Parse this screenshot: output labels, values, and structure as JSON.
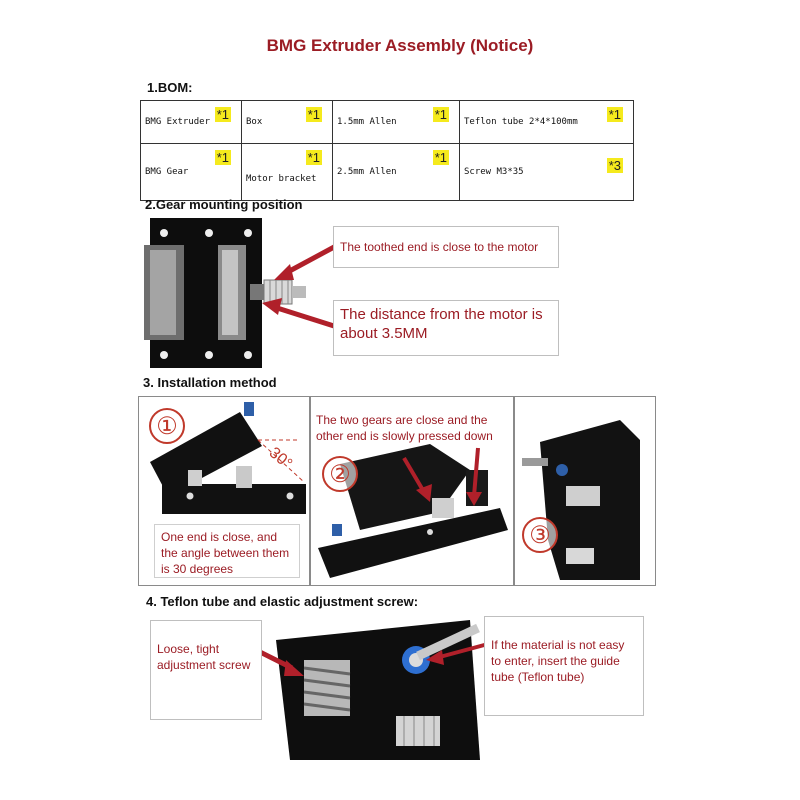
{
  "title": "BMG Extruder Assembly (Notice)",
  "sections": {
    "bom": "1.BOM:",
    "gear": "2.Gear mounting position",
    "install": "3. Installation method",
    "teflon": "4. Teflon tube and elastic adjustment screw:"
  },
  "bom": {
    "rows": [
      [
        {
          "name": "BMG Extruder",
          "qty": "*1"
        },
        {
          "name": "Box",
          "qty": "*1"
        },
        {
          "name": "1.5mm Allen",
          "qty": "*1"
        },
        {
          "name": "Teflon tube 2*4*100mm",
          "qty": "*1"
        }
      ],
      [
        {
          "name": "BMG Gear",
          "qty": "*1"
        },
        {
          "name": "Motor bracket",
          "qty": "*1"
        },
        {
          "name": "2.5mm Allen",
          "qty": "*1"
        },
        {
          "name": "Screw M3*35",
          "qty": "*3"
        }
      ]
    ]
  },
  "gear": {
    "callout_toothed": "The toothed end is close to the motor",
    "callout_distance": "The distance from the motor is about 3.5MM"
  },
  "install": {
    "step1_num": "①",
    "step2_num": "②",
    "step3_num": "③",
    "angle_label": "30°",
    "callout_step1": "One end is close, and the angle between them is 30 degrees",
    "callout_step2": "The two gears are close and the other end is slowly pressed down"
  },
  "teflon": {
    "callout_screw": "Loose, tight adjustment screw",
    "callout_tube": "If the material is not easy to enter, insert the guide tube (Teflon tube)"
  },
  "colors": {
    "accent": "#9b1c24",
    "arrow": "#b0202a",
    "qty_highlight": "#f5ea1d",
    "body": "#111111"
  }
}
